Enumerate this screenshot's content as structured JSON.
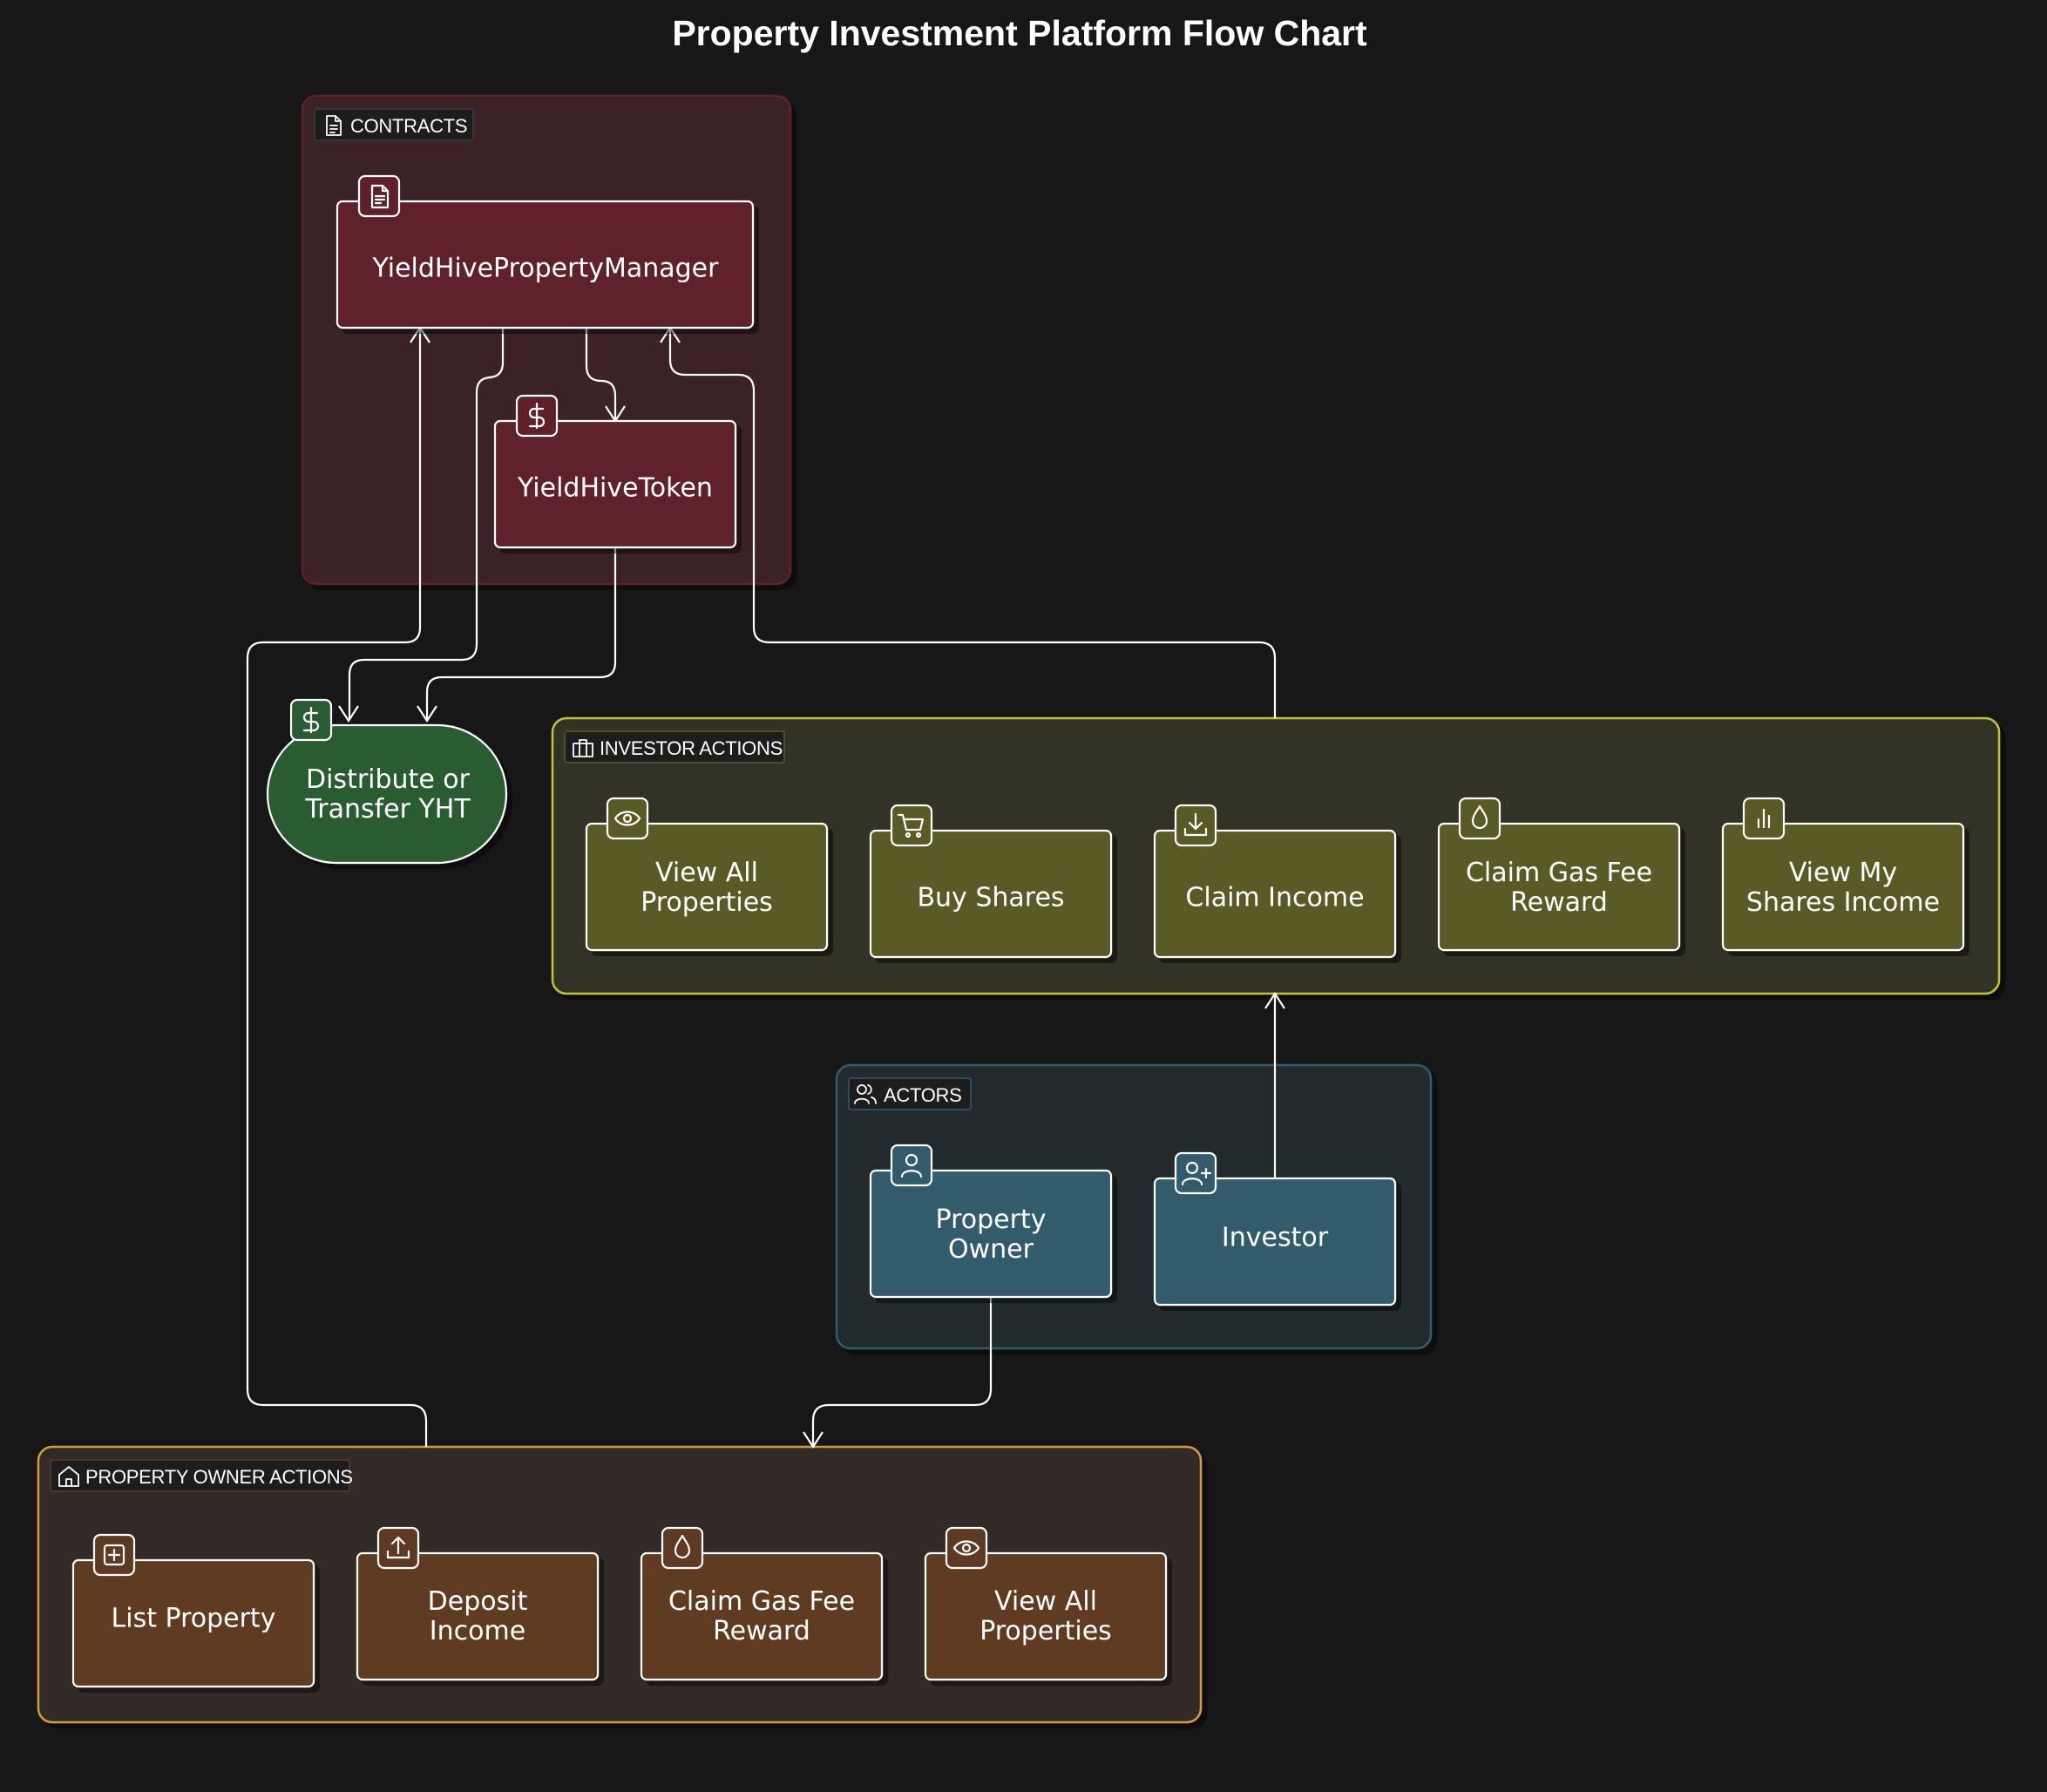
{
  "title": "Property Investment Platform Flow Chart",
  "groups": {
    "contracts": {
      "label": "CONTRACTS",
      "icon": "file-icon",
      "color": "#5e2129"
    },
    "investor_actions": {
      "label": "INVESTOR ACTIONS",
      "icon": "briefcase-icon",
      "color": "#5a5a26"
    },
    "actors": {
      "label": "ACTORS",
      "icon": "users-icon",
      "color": "#325b6c"
    },
    "owner_actions": {
      "label": "PROPERTY OWNER ACTIONS",
      "icon": "home-icon",
      "color": "#5f3a23"
    }
  },
  "nodes": {
    "manager": {
      "label": "YieldHivePropertyManager",
      "icon": "file-icon"
    },
    "token": {
      "label": "YieldHiveToken",
      "icon": "dollar-icon"
    },
    "distribute": {
      "line1": "Distribute or",
      "line2": "Transfer YHT",
      "icon": "dollar-icon",
      "color": "#2a5c33"
    },
    "view_all_inv": {
      "line1": "View All",
      "line2": "Properties",
      "icon": "eye-icon"
    },
    "buy_shares": {
      "label": "Buy Shares",
      "icon": "cart-icon"
    },
    "claim_income": {
      "label": "Claim Income",
      "icon": "download-icon"
    },
    "claim_gas_inv": {
      "line1": "Claim Gas Fee",
      "line2": "Reward",
      "icon": "drop-icon"
    },
    "view_my": {
      "line1": "View My",
      "line2": "Shares Income",
      "icon": "bar-chart-icon"
    },
    "property_owner": {
      "line1": "Property",
      "line2": "Owner",
      "icon": "user-icon"
    },
    "investor": {
      "label": "Investor",
      "icon": "user-plus-icon"
    },
    "list_property": {
      "label": "List Property",
      "icon": "plus-square-icon"
    },
    "deposit_income": {
      "line1": "Deposit",
      "line2": "Income",
      "icon": "upload-icon"
    },
    "claim_gas_owner": {
      "line1": "Claim Gas Fee",
      "line2": "Reward",
      "icon": "drop-icon"
    },
    "view_all_owner": {
      "line1": "View All",
      "line2": "Properties",
      "icon": "eye-icon"
    }
  }
}
